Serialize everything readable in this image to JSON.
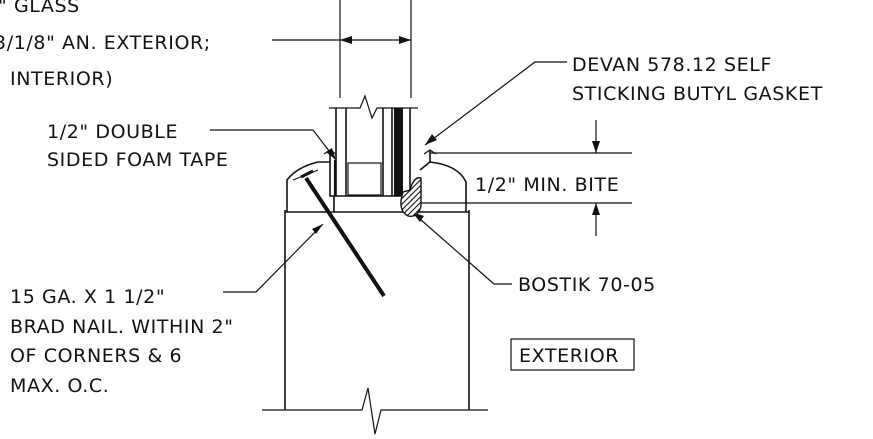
{
  "labels": {
    "glass_line1": "\" GLASS",
    "glass_line2": "3/1/8\" AN. EXTERIOR;",
    "glass_line3": "INTERIOR)",
    "gasket_line1": "DEVAN 578.12 SELF",
    "gasket_line2": "STICKING BUTYL GASKET",
    "tape_line1": "1/2\" DOUBLE",
    "tape_line2": "SIDED FOAM TAPE",
    "bite": "1/2\"  MIN. BITE",
    "sealant": "BOSTIK 70-05",
    "nail_line1": "15 GA. X 1 1/2\"",
    "nail_line2": "BRAD NAIL. WITHIN 2\"",
    "nail_line3": "OF CORNERS & 6",
    "nail_line4": "MAX. O.C.",
    "side": "EXTERIOR"
  }
}
